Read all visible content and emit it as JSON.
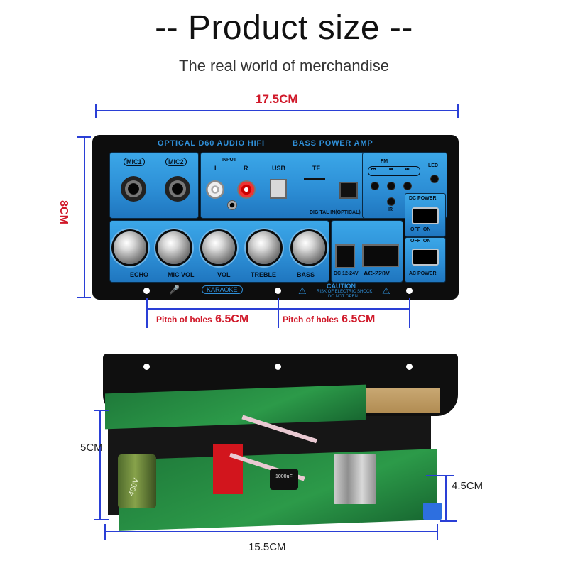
{
  "header": {
    "title": "-- Product size --",
    "subtitle": "The real world of merchandise"
  },
  "front": {
    "width_label": "17.5CM",
    "height_label": "8CM",
    "pitch_label_prefix": "Pitch of holes",
    "pitch_left_value": "6.5CM",
    "pitch_right_value": "6.5CM",
    "panel": {
      "brand_left": "OPTICAL D60 AUDIO HIFI",
      "brand_right": "BASS POWER AMP",
      "mic1": "MIC1",
      "mic2": "MIC2",
      "input": "INPUT",
      "input_l": "L",
      "input_r": "R",
      "usb": "USB",
      "tf": "TF",
      "fm": "FM",
      "led": "LED",
      "digital_in": "DIGITAL IN(OPTICAL)",
      "ir": "IR",
      "dc_power": "DC POWER",
      "off_on_1": "OFF  ON",
      "off_on_2": "OFF  ON",
      "ac_power": "AC POWER",
      "dc_voltage": "DC 12-24V",
      "ac_voltage": "AC-220V",
      "knobs": [
        "ECHO",
        "MIC VOL",
        "VOL",
        "TREBLE",
        "BASS"
      ],
      "karaoke": "KARAOKE",
      "caution": "CAUTION",
      "caution_line1": "RISK OF ELECTRIC SHOCK",
      "caution_line2": "DO NOT OPEN"
    }
  },
  "back": {
    "height_label": "5CM",
    "depth_label": "4.5CM",
    "width_label": "15.5CM",
    "cap_label": "400V",
    "cap_label_2": "1000uF"
  },
  "colors": {
    "dimension_line": "#2a3fd6",
    "dimension_text": "#d0192a",
    "panel_blue": "#2d8fd6"
  }
}
